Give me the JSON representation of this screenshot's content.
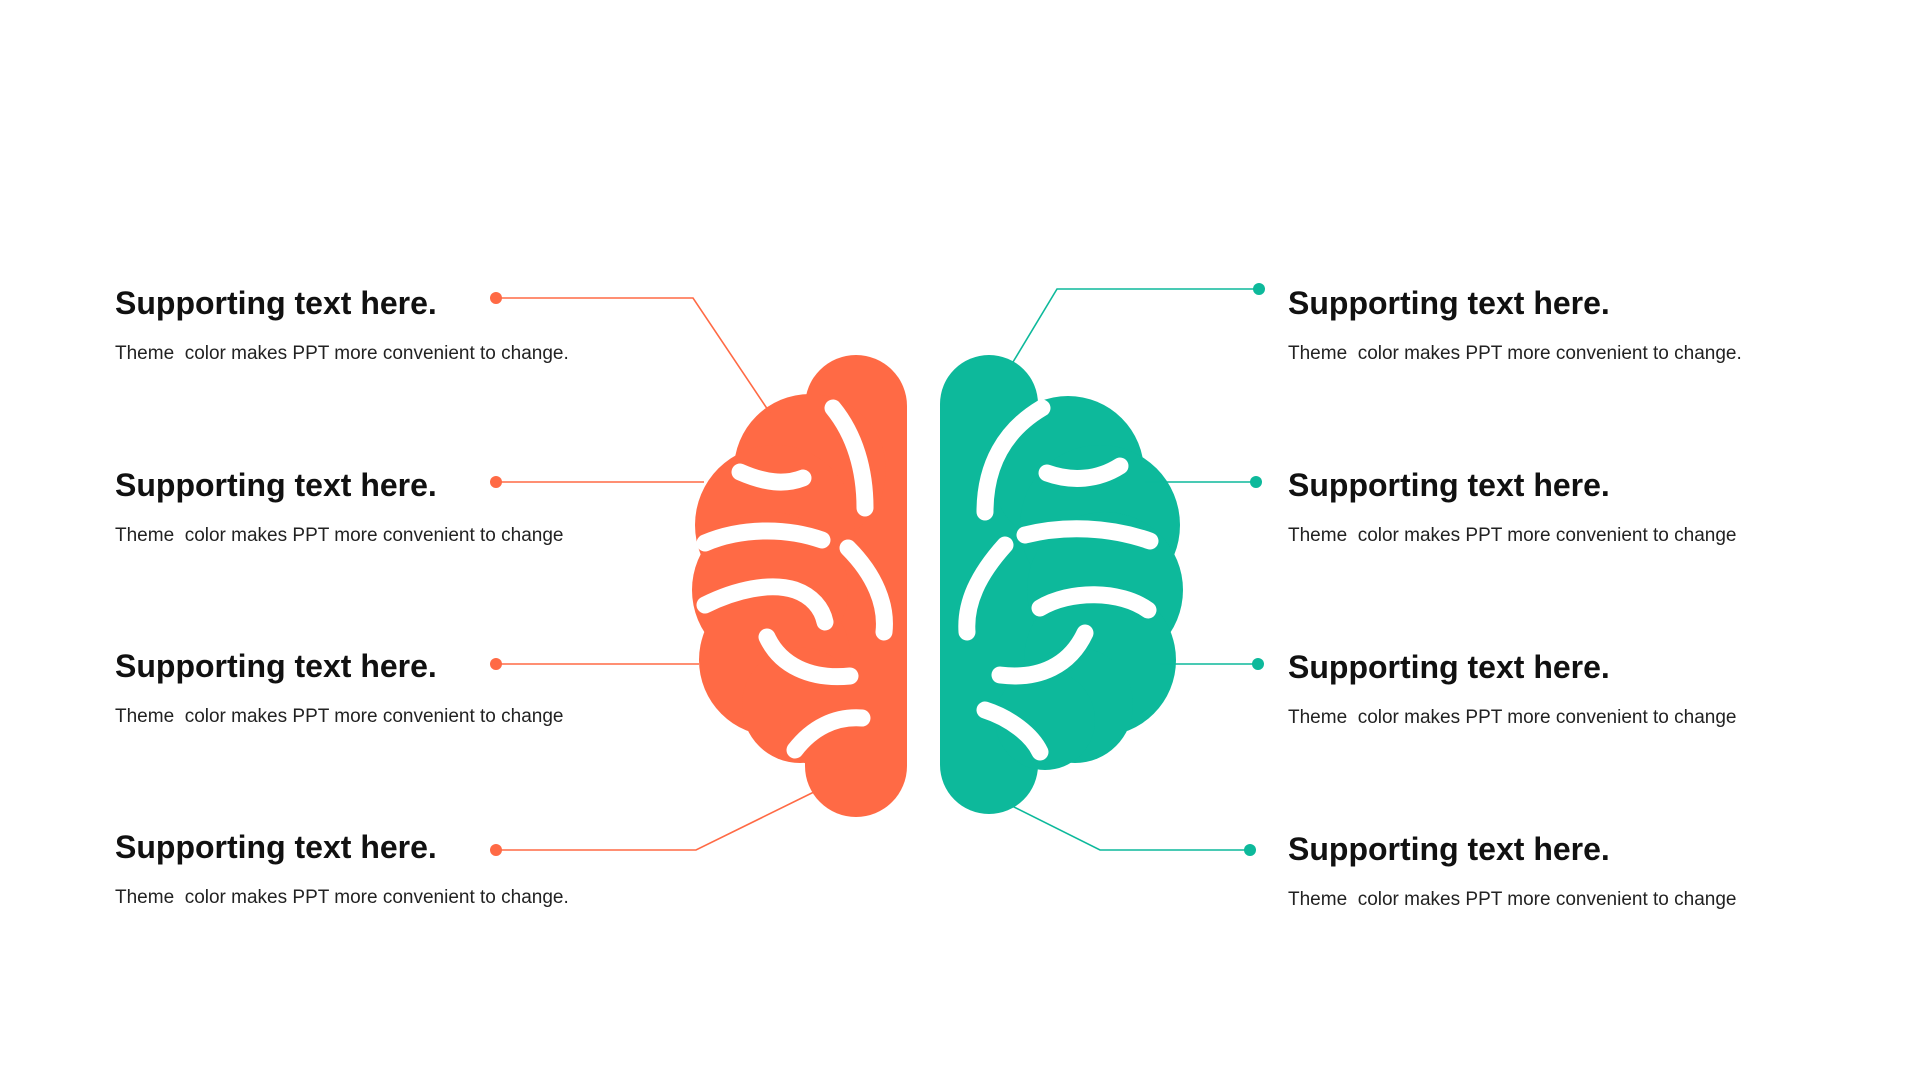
{
  "colors": {
    "left": "#FF6A45",
    "right": "#0DB99B",
    "background": "#FFFFFF"
  },
  "left_items": [
    {
      "title": "Supporting text here.",
      "desc": "Theme  color makes PPT more convenient to change."
    },
    {
      "title": "Supporting text here.",
      "desc": "Theme  color makes PPT more convenient to change"
    },
    {
      "title": "Supporting text here.",
      "desc": "Theme  color makes PPT more convenient to change"
    },
    {
      "title": "Supporting text here.",
      "desc": "Theme  color makes PPT more convenient to change."
    }
  ],
  "right_items": [
    {
      "title": "Supporting text here.",
      "desc": "Theme  color makes PPT more convenient to change."
    },
    {
      "title": "Supporting text here.",
      "desc": "Theme  color makes PPT more convenient to change"
    },
    {
      "title": "Supporting text here.",
      "desc": "Theme  color makes PPT more convenient to change"
    },
    {
      "title": "Supporting text here.",
      "desc": "Theme  color makes PPT more convenient to change"
    }
  ]
}
